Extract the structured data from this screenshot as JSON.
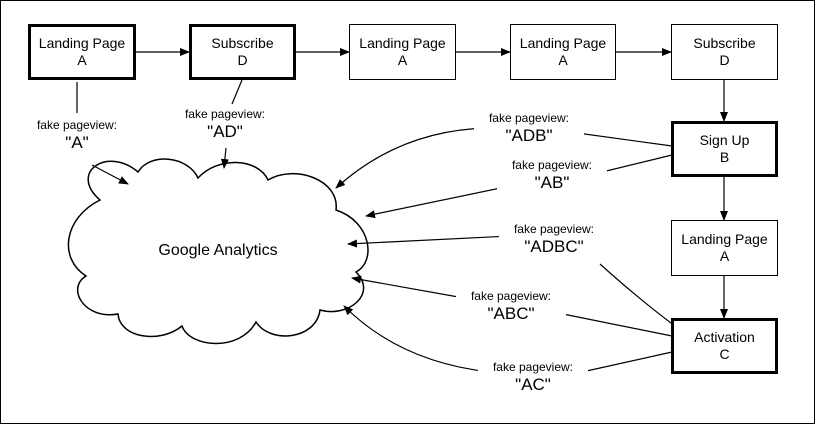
{
  "nodes": [
    {
      "id": "n1",
      "title": "Landing Page",
      "letter": "A",
      "emphasis": true
    },
    {
      "id": "n2",
      "title": "Subscribe",
      "letter": "D",
      "emphasis": true
    },
    {
      "id": "n3",
      "title": "Landing Page",
      "letter": "A",
      "emphasis": false
    },
    {
      "id": "n4",
      "title": "Landing Page",
      "letter": "A",
      "emphasis": false
    },
    {
      "id": "n5",
      "title": "Subscribe",
      "letter": "D",
      "emphasis": false
    },
    {
      "id": "n6",
      "title": "Sign Up",
      "letter": "B",
      "emphasis": true
    },
    {
      "id": "n7",
      "title": "Landing Page",
      "letter": "A",
      "emphasis": false
    },
    {
      "id": "n8",
      "title": "Activation",
      "letter": "C",
      "emphasis": true
    }
  ],
  "cloud": {
    "label": "Google Analytics"
  },
  "pageviews": [
    {
      "id": "pv-a",
      "caption": "fake pageview:",
      "value": "\"A\""
    },
    {
      "id": "pv-ad",
      "caption": "fake pageview:",
      "value": "\"AD\""
    },
    {
      "id": "pv-adb",
      "caption": "fake pageview:",
      "value": "\"ADB\""
    },
    {
      "id": "pv-ab",
      "caption": "fake pageview:",
      "value": "\"AB\""
    },
    {
      "id": "pv-adbc",
      "caption": "fake pageview:",
      "value": "\"ADBC\""
    },
    {
      "id": "pv-abc",
      "caption": "fake pageview:",
      "value": "\"ABC\""
    },
    {
      "id": "pv-ac",
      "caption": "fake pageview:",
      "value": "\"AC\""
    }
  ]
}
